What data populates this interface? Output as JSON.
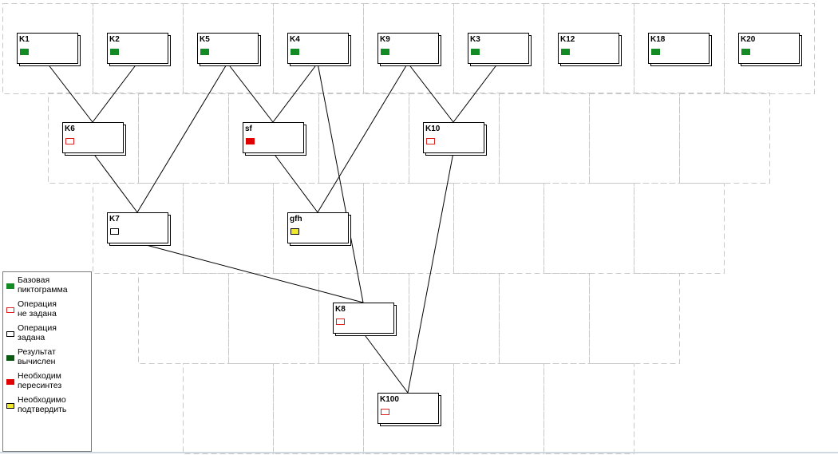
{
  "colors": {
    "base": "#138a24",
    "not_set": "#dd2020",
    "set": "#000000",
    "computed": "#0b5a14",
    "resynth": "#e00000",
    "confirm": "#f2e62a",
    "grid": "#c8c8c8",
    "edge": "#000000"
  },
  "nodes": [
    {
      "id": "K1",
      "label": "K1",
      "status": "base"
    },
    {
      "id": "K2",
      "label": "K2",
      "status": "base"
    },
    {
      "id": "K5",
      "label": "K5",
      "status": "base"
    },
    {
      "id": "K4",
      "label": "K4",
      "status": "base"
    },
    {
      "id": "K9",
      "label": "K9",
      "status": "base"
    },
    {
      "id": "K3",
      "label": "K3",
      "status": "base"
    },
    {
      "id": "K12",
      "label": "K12",
      "status": "base"
    },
    {
      "id": "K18",
      "label": "K18",
      "status": "base"
    },
    {
      "id": "K20",
      "label": "K20",
      "status": "base"
    },
    {
      "id": "K6",
      "label": "K6",
      "status": "not_set"
    },
    {
      "id": "sf",
      "label": "sf",
      "status": "resynth"
    },
    {
      "id": "K10",
      "label": "K10",
      "status": "not_set"
    },
    {
      "id": "K7",
      "label": "K7",
      "status": "set"
    },
    {
      "id": "gfh",
      "label": "gfh",
      "status": "confirm"
    },
    {
      "id": "K8",
      "label": "K8",
      "status": "not_set"
    },
    {
      "id": "K100",
      "label": "K100",
      "status": "not_set"
    }
  ],
  "edges": [
    {
      "from": "K1",
      "to": "K6"
    },
    {
      "from": "K2",
      "to": "K6"
    },
    {
      "from": "K5",
      "to": "K7"
    },
    {
      "from": "K5",
      "to": "sf"
    },
    {
      "from": "K4",
      "to": "sf"
    },
    {
      "from": "K4",
      "to": "K8"
    },
    {
      "from": "K9",
      "to": "gfh"
    },
    {
      "from": "K9",
      "to": "K10"
    },
    {
      "from": "K3",
      "to": "K10"
    },
    {
      "from": "K6",
      "to": "K7"
    },
    {
      "from": "sf",
      "to": "gfh"
    },
    {
      "from": "K10",
      "to": "K100"
    },
    {
      "from": "K7",
      "to": "K8"
    },
    {
      "from": "K8",
      "to": "K100"
    }
  ],
  "legend": [
    {
      "key": "base",
      "line1": "Базовая",
      "line2": "пиктограмма"
    },
    {
      "key": "not_set",
      "line1": "Операция",
      "line2": "не задана"
    },
    {
      "key": "set",
      "line1": "Операция",
      "line2": "задана"
    },
    {
      "key": "computed",
      "line1": "Результат",
      "line2": "вычислен"
    },
    {
      "key": "resynth",
      "line1": "Необходим",
      "line2": "пересинтез"
    },
    {
      "key": "confirm",
      "line1": "Необходимо",
      "line2": "подтвердить"
    }
  ]
}
